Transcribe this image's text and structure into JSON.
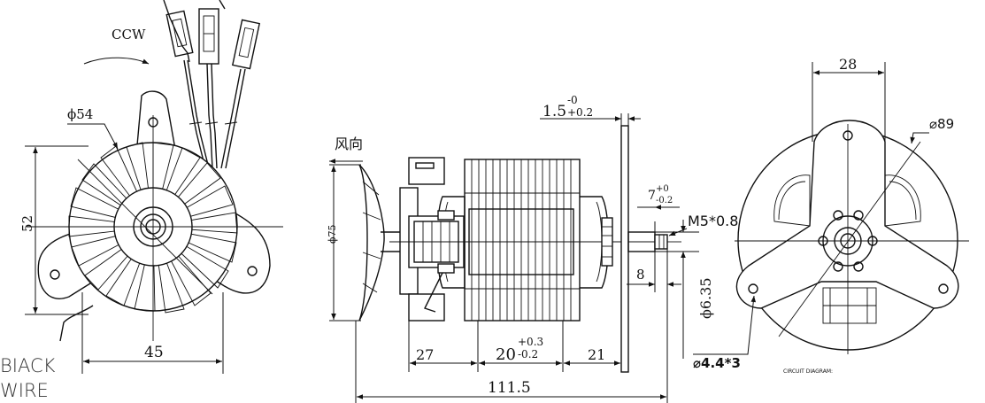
{
  "labels": {
    "ccw": "CCW",
    "diameter_hub": "ϕ54",
    "height_52": "52",
    "width_45": "45",
    "black_wire_line1": "BIACK",
    "black_wire_line2": "WIRE",
    "wind_direction": "风向",
    "fan_diameter": "ϕ75",
    "clearance_main": "1.5",
    "clearance_tol_upper": "-0",
    "clearance_tol_lower": "+0.2",
    "shaft_7_main": "7",
    "shaft_7_upper": "+0",
    "shaft_7_lower": "-0.2",
    "thread": "M5*0.8",
    "dim_8": "8",
    "shaft_diameter": "ϕ6.35",
    "dim_27": "27",
    "dim_20_main": "20",
    "dim_20_upper": "+0.3",
    "dim_20_lower": "-0.2",
    "dim_21": "21",
    "overall_length": "111.5",
    "dim_28": "28",
    "outer_diameter": "⌀89",
    "holes": "⌀4.4*3",
    "circuit_diagram": "CIRCUIT DIAGRAM:"
  }
}
